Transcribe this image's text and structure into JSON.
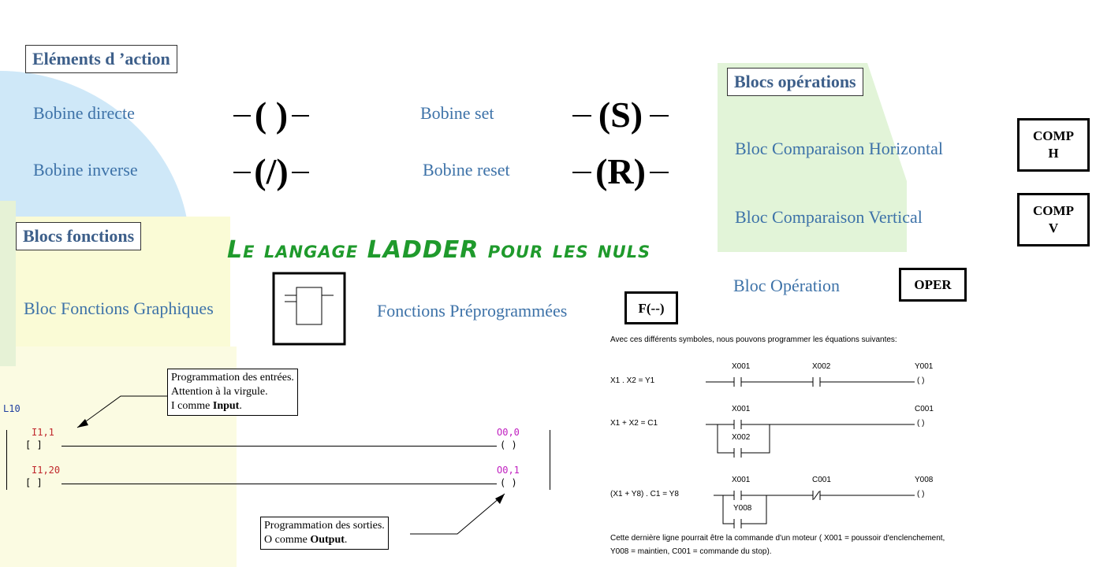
{
  "actions": {
    "heading": "Eléments d ’action",
    "direct_coil": {
      "label": "Bobine directe",
      "symbol": "( )"
    },
    "set_coil": {
      "label": "Bobine set",
      "symbol": "(S)"
    },
    "inverse_coil": {
      "label": "Bobine inverse",
      "symbol": "(/)"
    },
    "reset_coil": {
      "label": "Bobine reset",
      "symbol": "(R)"
    }
  },
  "operations": {
    "heading": "Blocs opérations",
    "comp_h": {
      "label": "Bloc Comparaison Horizontal",
      "line1": "COMP",
      "line2": "H"
    },
    "comp_v": {
      "label": "Bloc Comparaison Vertical",
      "line1": "COMP",
      "line2": "V"
    },
    "oper": {
      "label": "Bloc Opération",
      "box": "OPER"
    }
  },
  "functions": {
    "heading": "Blocs fonctions",
    "graphic_label": "Bloc Fonctions Graphiques",
    "preprog_label": "Fonctions Préprogrammées",
    "preprog_box": "F(--)"
  },
  "title": "Le langage LADDER pour les nuls",
  "ladder": {
    "rung_label": "L10",
    "in1": "I1,1",
    "in2": "I1,20",
    "out1": "O0,0",
    "out2": "O0,1",
    "contact": "[    ]",
    "coil": "(    )",
    "callout_in": {
      "l1": "Programmation des entrées.",
      "l2": "Attention à la virgule.",
      "l3a": "I comme ",
      "l3b": "Input",
      "l3c": "."
    },
    "callout_out": {
      "l1": "Programmation des sorties.",
      "l2a": "O comme ",
      "l2b": "Output",
      "l2c": "."
    }
  },
  "examples": {
    "intro": "Avec ces différents symboles, nous pouvons programmer les équations suivantes:",
    "eq1": "X1 . X2 = Y1",
    "eq2": "X1 + X2 = C1",
    "eq3": "(X1 + Y8) . C1 = Y8",
    "x001": "X001",
    "x002": "X002",
    "y001": "Y001",
    "c001": "C001",
    "y008": "Y008",
    "coil": "(  )",
    "note1": "Cette dernière ligne pourrait être la commande d'un moteur ( X001 = poussoir d'enclenchement,",
    "note2": "Y008 = maintien, C001 = commande du stop)."
  }
}
